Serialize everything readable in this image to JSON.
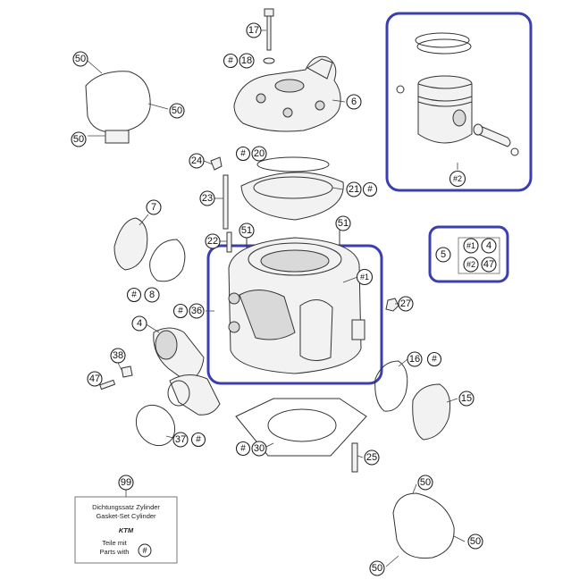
{
  "callouts": {
    "c17": "17",
    "c18h": "#",
    "c18": "18",
    "c6": "6",
    "c50a": "50",
    "c50b": "50",
    "c50c": "50",
    "c24": "24",
    "c20h": "#",
    "c20": "20",
    "c23": "23",
    "c21": "21",
    "c21h": "#",
    "c7": "7",
    "c22": "22",
    "c51a": "51",
    "c51b": "51",
    "c8h": "#",
    "c8": "8",
    "c1": "#1",
    "c36h": "#",
    "c36": "36",
    "c27": "27",
    "c4": "4",
    "c38": "38",
    "c47": "47",
    "c16": "16",
    "c16h": "#",
    "c15": "15",
    "c37": "37",
    "c37h": "#",
    "c30h": "#",
    "c30": "30",
    "c25": "25",
    "c99": "99",
    "c50d": "50",
    "c50e": "50",
    "c50f": "50",
    "c2": "#2",
    "c5": "5",
    "k1": "#1",
    "k4": "4",
    "k2": "#2",
    "k47": "47"
  },
  "gasket_kit": {
    "line1": "Dichtungssatz Zylinder",
    "line2": "Gasket-Set Cylinder",
    "line3": "Teile mit",
    "line4": "Parts with",
    "brand": "KTM",
    "badge": "#"
  },
  "colors": {
    "frame": "#3b3fae",
    "ink": "#222222"
  }
}
